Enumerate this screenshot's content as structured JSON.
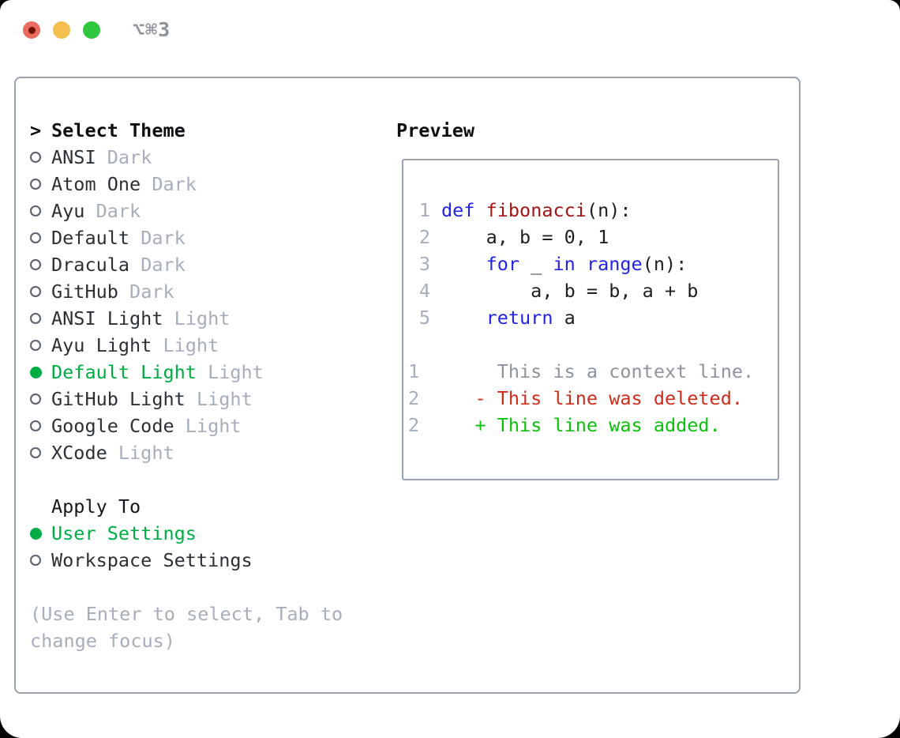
{
  "titlebar": {
    "shortcut": "⌥⌘3"
  },
  "panel": {
    "theme_section": {
      "header_prefix": ">",
      "header": "Select Theme",
      "items": [
        {
          "name": "ANSI",
          "variant": "Dark",
          "selected": false
        },
        {
          "name": "Atom One",
          "variant": "Dark",
          "selected": false
        },
        {
          "name": "Ayu",
          "variant": "Dark",
          "selected": false
        },
        {
          "name": "Default",
          "variant": "Dark",
          "selected": false
        },
        {
          "name": "Dracula",
          "variant": "Dark",
          "selected": false
        },
        {
          "name": "GitHub",
          "variant": "Dark",
          "selected": false
        },
        {
          "name": "ANSI Light",
          "variant": "Light",
          "selected": false
        },
        {
          "name": "Ayu Light",
          "variant": "Light",
          "selected": false
        },
        {
          "name": "Default Light",
          "variant": "Light",
          "selected": true
        },
        {
          "name": "GitHub Light",
          "variant": "Light",
          "selected": false
        },
        {
          "name": "Google Code",
          "variant": "Light",
          "selected": false
        },
        {
          "name": "XCode",
          "variant": "Light",
          "selected": false
        }
      ]
    },
    "apply_section": {
      "header": "Apply To",
      "items": [
        {
          "label": "User Settings",
          "selected": true
        },
        {
          "label": "Workspace Settings",
          "selected": false
        }
      ]
    },
    "hint": "(Use Enter to select, Tab to change focus)",
    "preview": {
      "header": "Preview",
      "code_lines": [
        {
          "num": "1",
          "segments": [
            {
              "t": "def",
              "c": "keyword"
            },
            {
              "t": " "
            },
            {
              "t": "fibonacci",
              "c": "function"
            },
            {
              "t": "(n):"
            }
          ]
        },
        {
          "num": "2",
          "segments": [
            {
              "t": "    a, b = 0, 1"
            }
          ]
        },
        {
          "num": "3",
          "segments": [
            {
              "t": "    "
            },
            {
              "t": "for",
              "c": "keyword"
            },
            {
              "t": " _ "
            },
            {
              "t": "in",
              "c": "keyword"
            },
            {
              "t": " "
            },
            {
              "t": "range",
              "c": "keyword"
            },
            {
              "t": "(n):"
            }
          ]
        },
        {
          "num": "4",
          "segments": [
            {
              "t": "        a, b = b, a + b"
            }
          ]
        },
        {
          "num": "5",
          "segments": [
            {
              "t": "    "
            },
            {
              "t": "return",
              "c": "keyword"
            },
            {
              "t": " a"
            }
          ]
        }
      ],
      "diff_lines": [
        {
          "num": "1",
          "text": "     This is a context line.",
          "kind": "context"
        },
        {
          "num": "2",
          "text": "   - This line was deleted.",
          "kind": "deleted"
        },
        {
          "num": "2",
          "text": "   + This line was added.",
          "kind": "added"
        }
      ]
    }
  },
  "colors": {
    "accent_green": "#00ad43",
    "added_green": "#0cc00c",
    "deleted_red": "#cb2d1b",
    "keyword_blue": "#2222ea",
    "function_red": "#a31515",
    "muted": "#a6aebc",
    "context_gray": "#8d949e",
    "text_dark": "#2b3036",
    "heading": "#0c0e11",
    "border": "#9aa2ae",
    "traffic_red": "#ed6a5e",
    "traffic_red_dot": "#711108",
    "traffic_yellow": "#f5bf4f",
    "traffic_green": "#30c63e",
    "shortcut_gray": "#8e939a"
  }
}
